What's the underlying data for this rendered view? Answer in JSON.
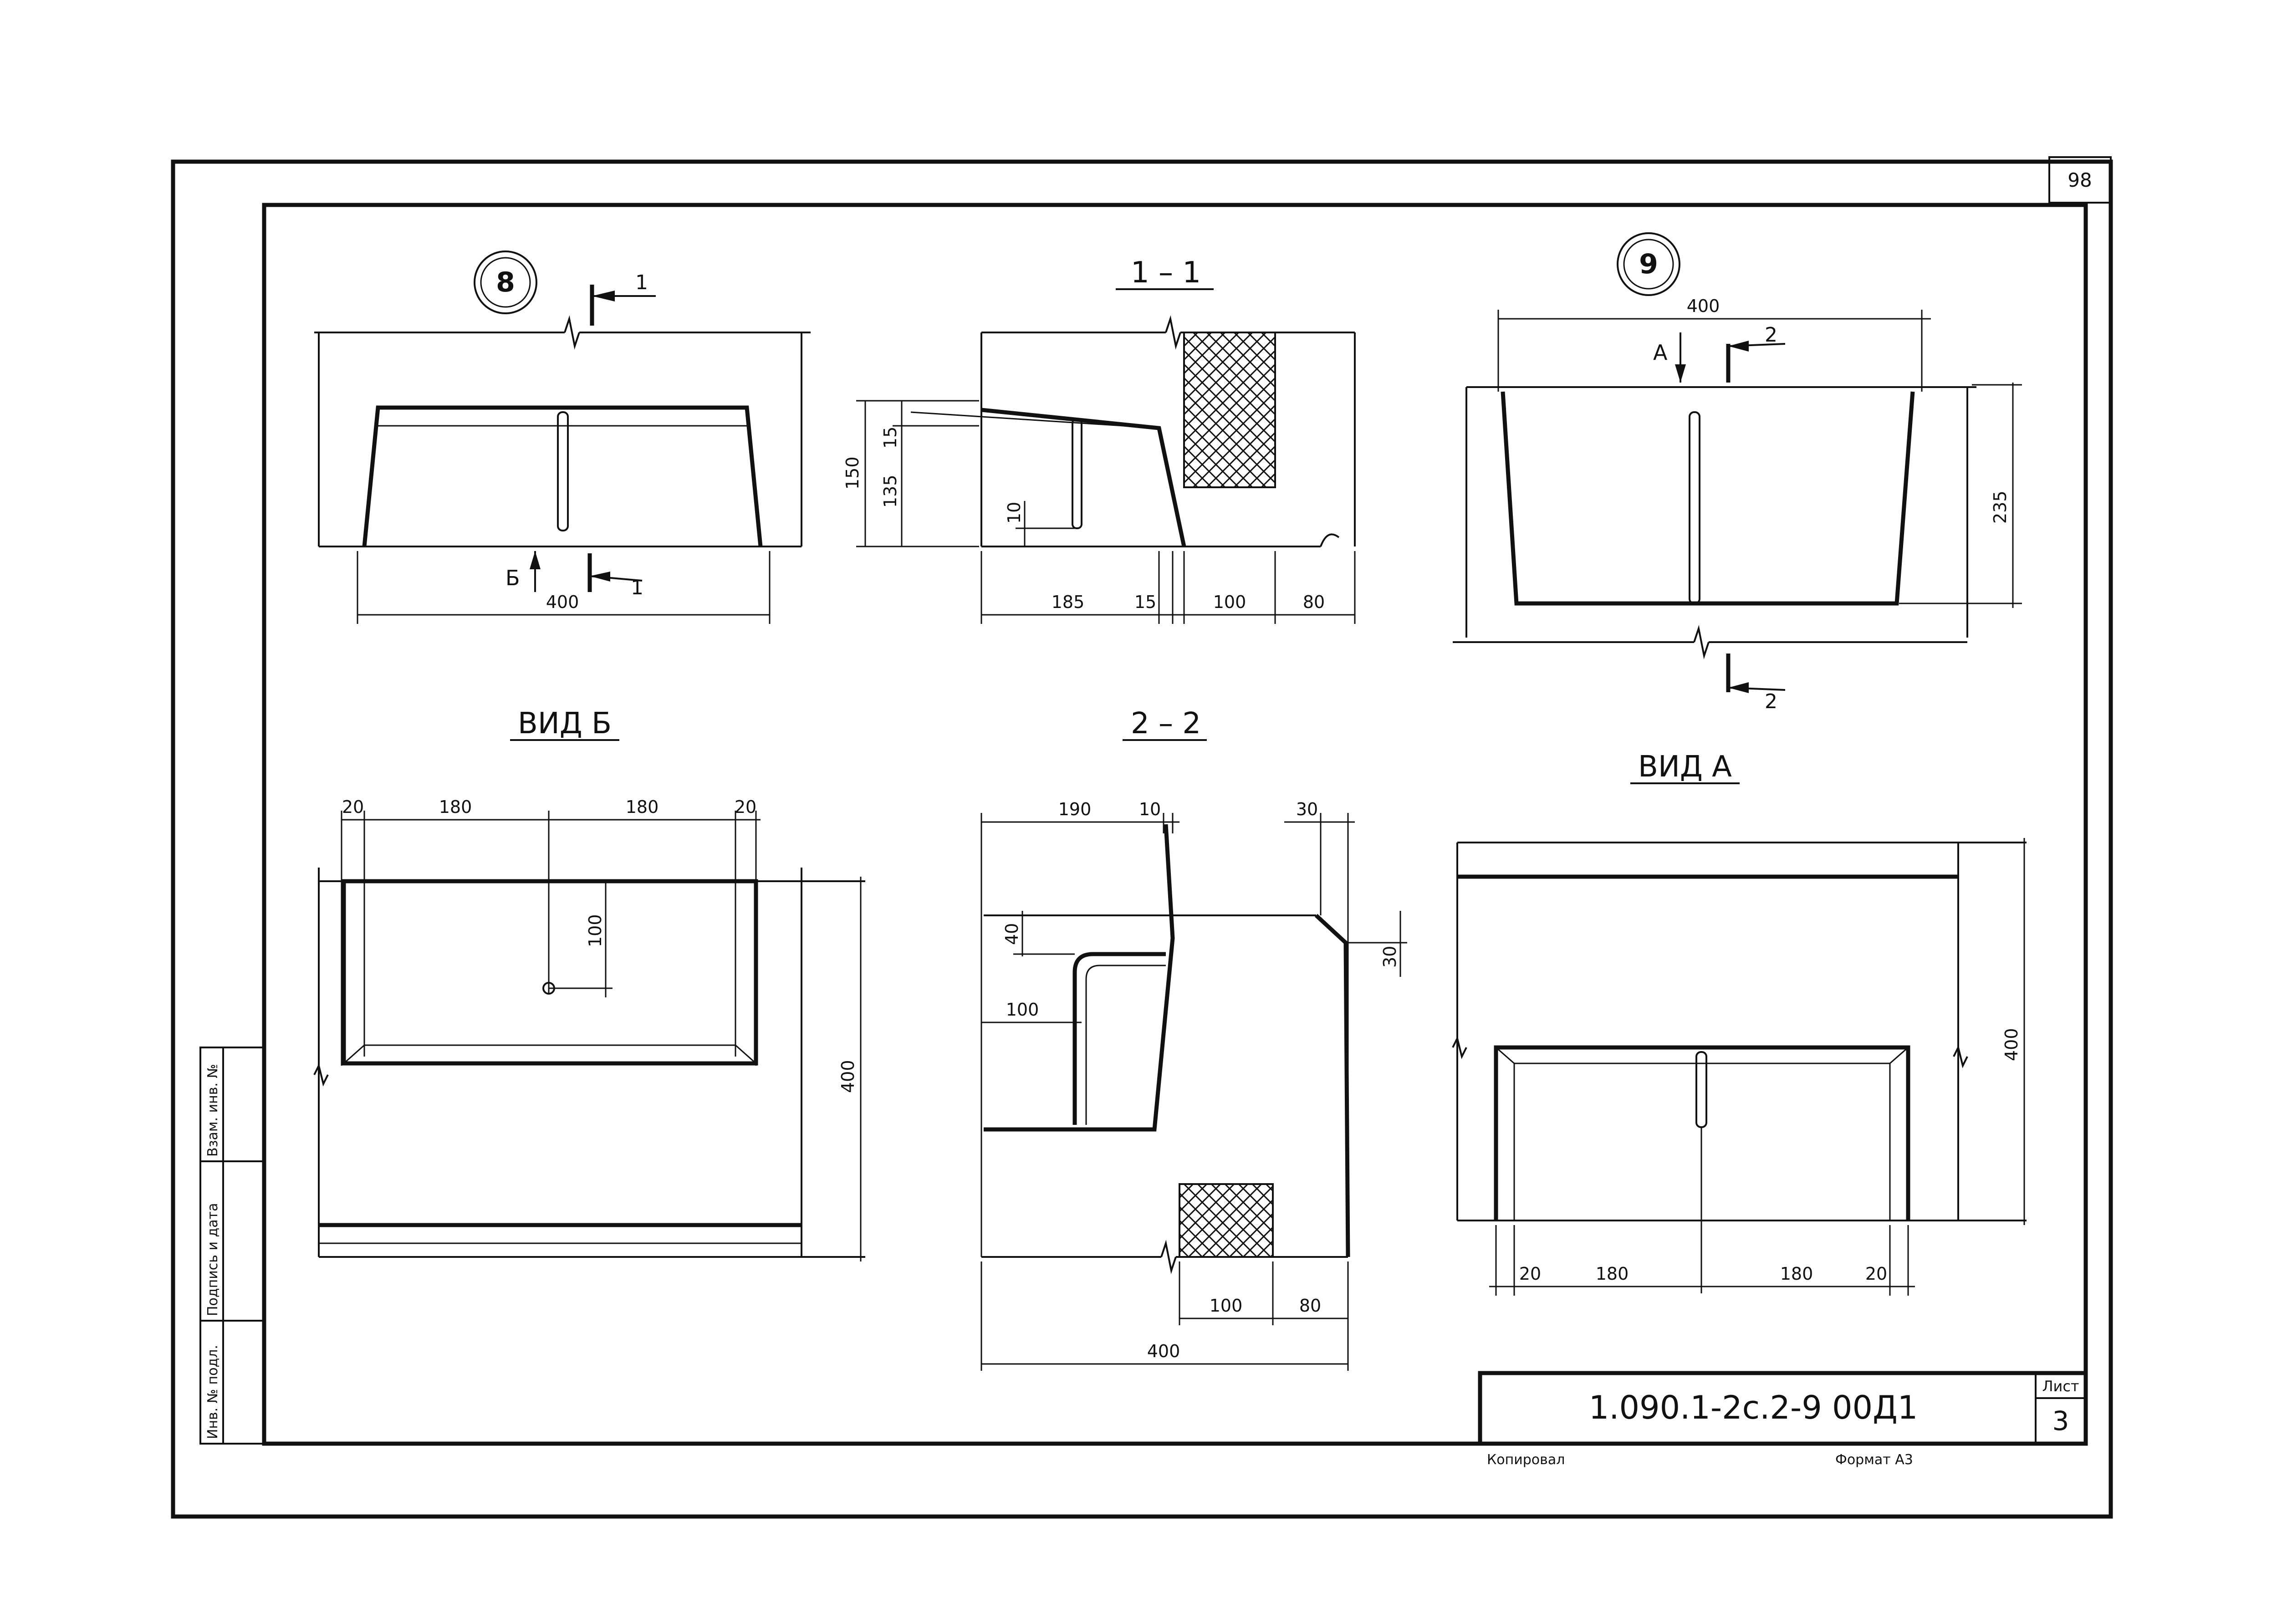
{
  "sheet": {
    "page_corner": "98",
    "drawing_code": "1.090.1-2с.2-9 00Д1",
    "sheet_label": "Лист",
    "sheet_number": "3",
    "copied": "Копировал",
    "format": "Формат А3",
    "stamp_cells": [
      "Инв. № подл.",
      "Подпись и дата",
      "Взам. инв. №"
    ]
  },
  "views": {
    "v8": {
      "marker": "8",
      "section_mark_top": "1",
      "section_mark_bottom": "1",
      "view_arrow": "Б",
      "dim_width": "400"
    },
    "s11": {
      "title": "1 – 1",
      "dims": [
        "150",
        "15",
        "135",
        "10",
        "185",
        "15",
        "100",
        "80"
      ]
    },
    "v9": {
      "marker": "9",
      "dim_width": "400",
      "view_arrow": "А",
      "section_mark_top": "2",
      "section_mark_bottom": "2",
      "dim_height": "235"
    },
    "vb": {
      "title": "ВИД Б",
      "dims_top": [
        "20",
        "180",
        "180",
        "20"
      ],
      "dim_inner": "100",
      "dim_height": "400"
    },
    "s22": {
      "title": "2 – 2",
      "dims": [
        "190",
        "10",
        "30",
        "40",
        "30",
        "100",
        "100",
        "80",
        "400"
      ]
    },
    "va": {
      "title": "ВИД А",
      "dims_bottom": [
        "20",
        "180",
        "180",
        "20"
      ],
      "dim_height": "400"
    }
  }
}
